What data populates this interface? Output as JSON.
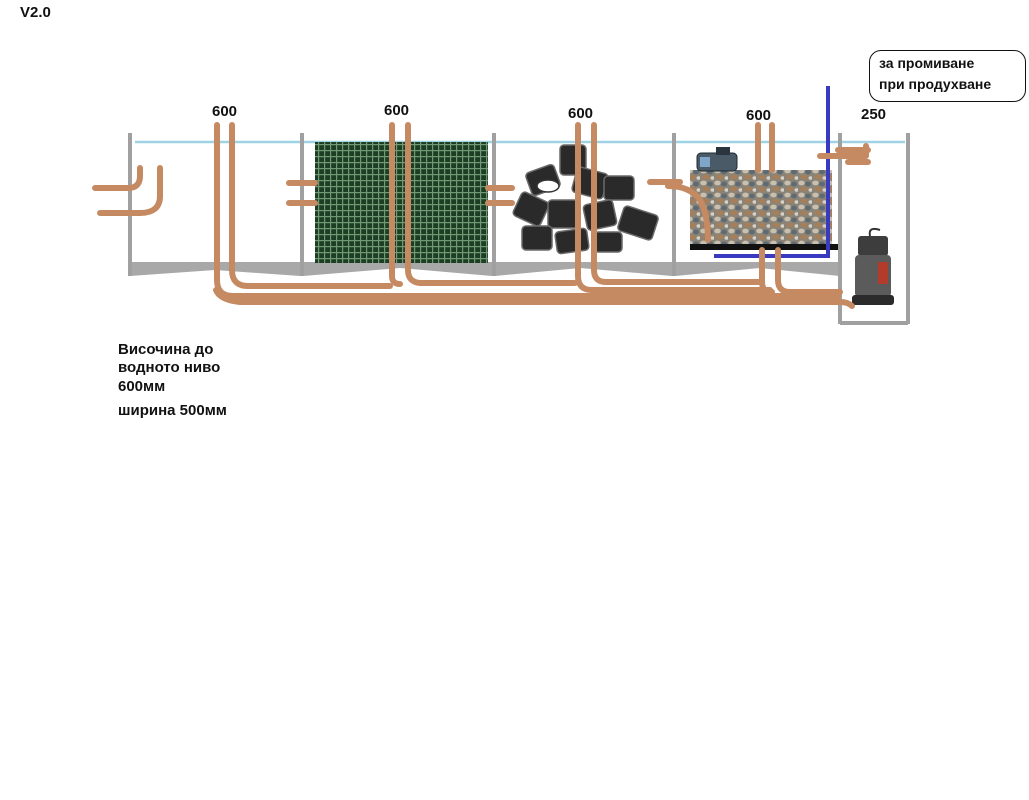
{
  "version": "V2.0",
  "dimensions": {
    "chamber1": "600",
    "chamber2": "600",
    "chamber3": "600",
    "chamber4": "600",
    "pump_chamber": "250"
  },
  "callout": {
    "line1": "за промиване",
    "line2": "при продухване"
  },
  "notes": {
    "line1": "Височина до",
    "line2": "водното ниво",
    "line3": "600мм",
    "line4": "ширина 500мм"
  },
  "colors": {
    "pipe": "#c58a62",
    "water_line": "#9fd2e4",
    "wall": "#a0a0a0",
    "blue_pipe": "#3a3ac0",
    "mesh": "#1d3d24"
  },
  "icons": {
    "pump": "submersible-pump-icon",
    "aerator": "air-pump-icon"
  }
}
